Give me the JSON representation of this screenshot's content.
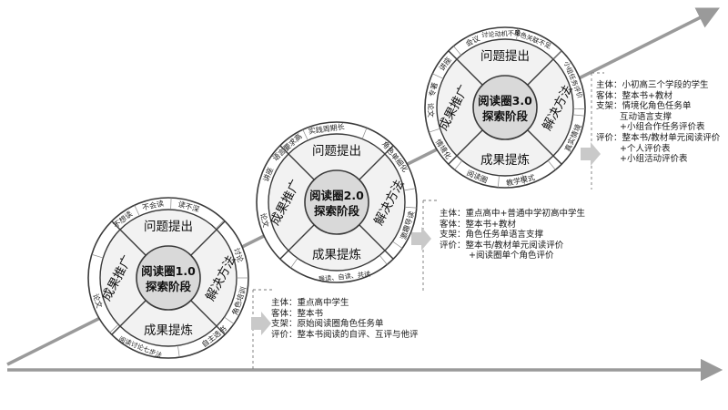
{
  "colors": {
    "arrow": "#9a9a9a",
    "ring_outer": "#ffffff",
    "ring_mid": "#f2f2f2",
    "core": "#d9d9d9",
    "stroke": "#3a3a3a"
  },
  "stages": [
    {
      "title_line1": "阅读圈1.0",
      "title_line2": "探索阶段",
      "sectors": [
        "问题提出",
        "解决方法",
        "成果提炼",
        "成果推广"
      ],
      "outer_labels": [
        "不想读",
        "不会读",
        "读不深",
        "讨论",
        "角色培训",
        "自主选书",
        "阅读讨论七步法",
        "论文"
      ],
      "info": {
        "subject": "主体：重点高中学生",
        "carrier": "客体：整本书",
        "support": "支架：原始阅读圈角色任务单",
        "evaluation": "评价：整本书阅读的自评、互评与他评"
      }
    },
    {
      "title_line1": "阅读圈2.0",
      "title_line2": "探索阶段",
      "sectors": [
        "问题提出",
        "解决方法",
        "成果提炼",
        "成果推广"
      ],
      "outer_labels": [
        "语言要求高",
        "实践周期长",
        "角色单细化",
        "激趣导读",
        "导读、自读、共读",
        "论文",
        "讲座"
      ],
      "info": {
        "subject": "主体：重点高中+普通中学初高中学生",
        "carrier": "客体：整本书+教材",
        "support": "支架：角色任务单语言支撑",
        "evaluation": "评价：整本书/教材单元阅读评价",
        "evaluation_extra": "+阅读圈单个角色评价"
      }
    },
    {
      "title_line1": "阅读圈3.0",
      "title_line2": "探索阶段",
      "sectors": [
        "问题提出",
        "解决方法",
        "成果提炼",
        "成果推广"
      ],
      "outer_labels": [
        "讨论动机不足",
        "角色关联不足",
        "小组任务评价",
        "真实情境",
        "教学模式",
        "阅读圈",
        "情境化",
        "论文",
        "专著",
        "讲座",
        "会议"
      ],
      "info": {
        "subject": "主体：小初高三个学段的学生",
        "carrier": "客体：整本书+教材",
        "support": "支架：情境化角色任务单",
        "support_extra1": "互动语言支撑",
        "support_extra2": "+小组合作任务评价表",
        "evaluation": "评价：整本书/教材单元阅读评价",
        "evaluation_extra1": "+个人评价表",
        "evaluation_extra2": "+小组活动评价表"
      }
    }
  ]
}
